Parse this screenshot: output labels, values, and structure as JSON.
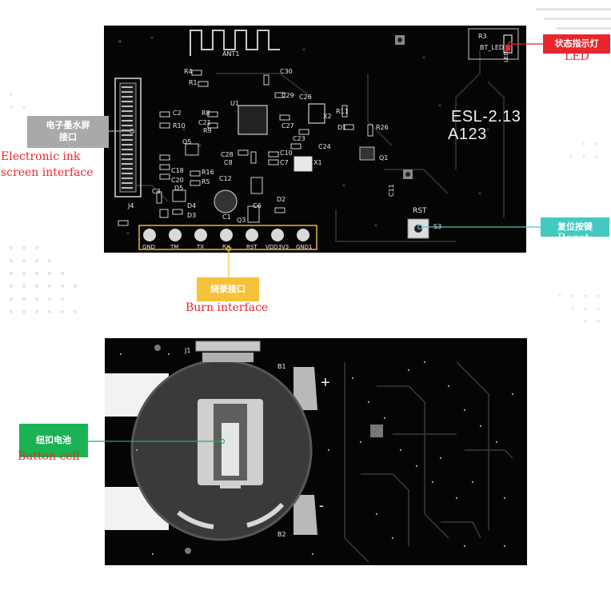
{
  "top_board": {
    "antenna_label": "ANT1",
    "model": "ESL-2.13",
    "code": "A123",
    "rst_label": "RST",
    "led_labels": [
      "R3",
      "BT_LED",
      "LED"
    ],
    "components": [
      "R4",
      "C30",
      "R1",
      "C29",
      "U1",
      "C26",
      "C2",
      "R10",
      "R8",
      "C21",
      "R9",
      "C27",
      "X2",
      "R11",
      "D1",
      "R26",
      "C23",
      "C24",
      "Q5",
      "C28",
      "C8",
      "C10",
      "C7",
      "X1",
      "Q1",
      "C18",
      "R16",
      "C20",
      "R5",
      "C12",
      "D5",
      "C3",
      "D4",
      "D3",
      "C1",
      "Q3",
      "D2",
      "C11",
      "C6",
      "J4",
      "S3"
    ],
    "pins": [
      "GND",
      "TM",
      "TX",
      "RX",
      "RST",
      "VDD3V3",
      "GND1"
    ]
  },
  "bottom_board": {
    "labels": [
      "J1",
      "B1",
      "B2"
    ],
    "plus": "+",
    "minus": "-"
  },
  "callouts": {
    "led": {
      "zh": "状态指示灯",
      "en": "LED",
      "color": "#e8262b"
    },
    "screen": {
      "zh": "电子墨水屏\n接口",
      "en_line1": "Electronic ink",
      "en_line2": "screen interface",
      "color": "#a9a9a9"
    },
    "reset": {
      "zh": "复位按键",
      "en": "Reset",
      "color": "#43c9bf"
    },
    "burn": {
      "zh": "烧录接口",
      "en": "Burn interface",
      "color": "#f5c23c"
    },
    "cell": {
      "zh": "纽扣电池",
      "en": "Button cell",
      "color": "#1bb254"
    }
  },
  "colors": {
    "label_red": "#e8262b",
    "board": "#050505"
  }
}
